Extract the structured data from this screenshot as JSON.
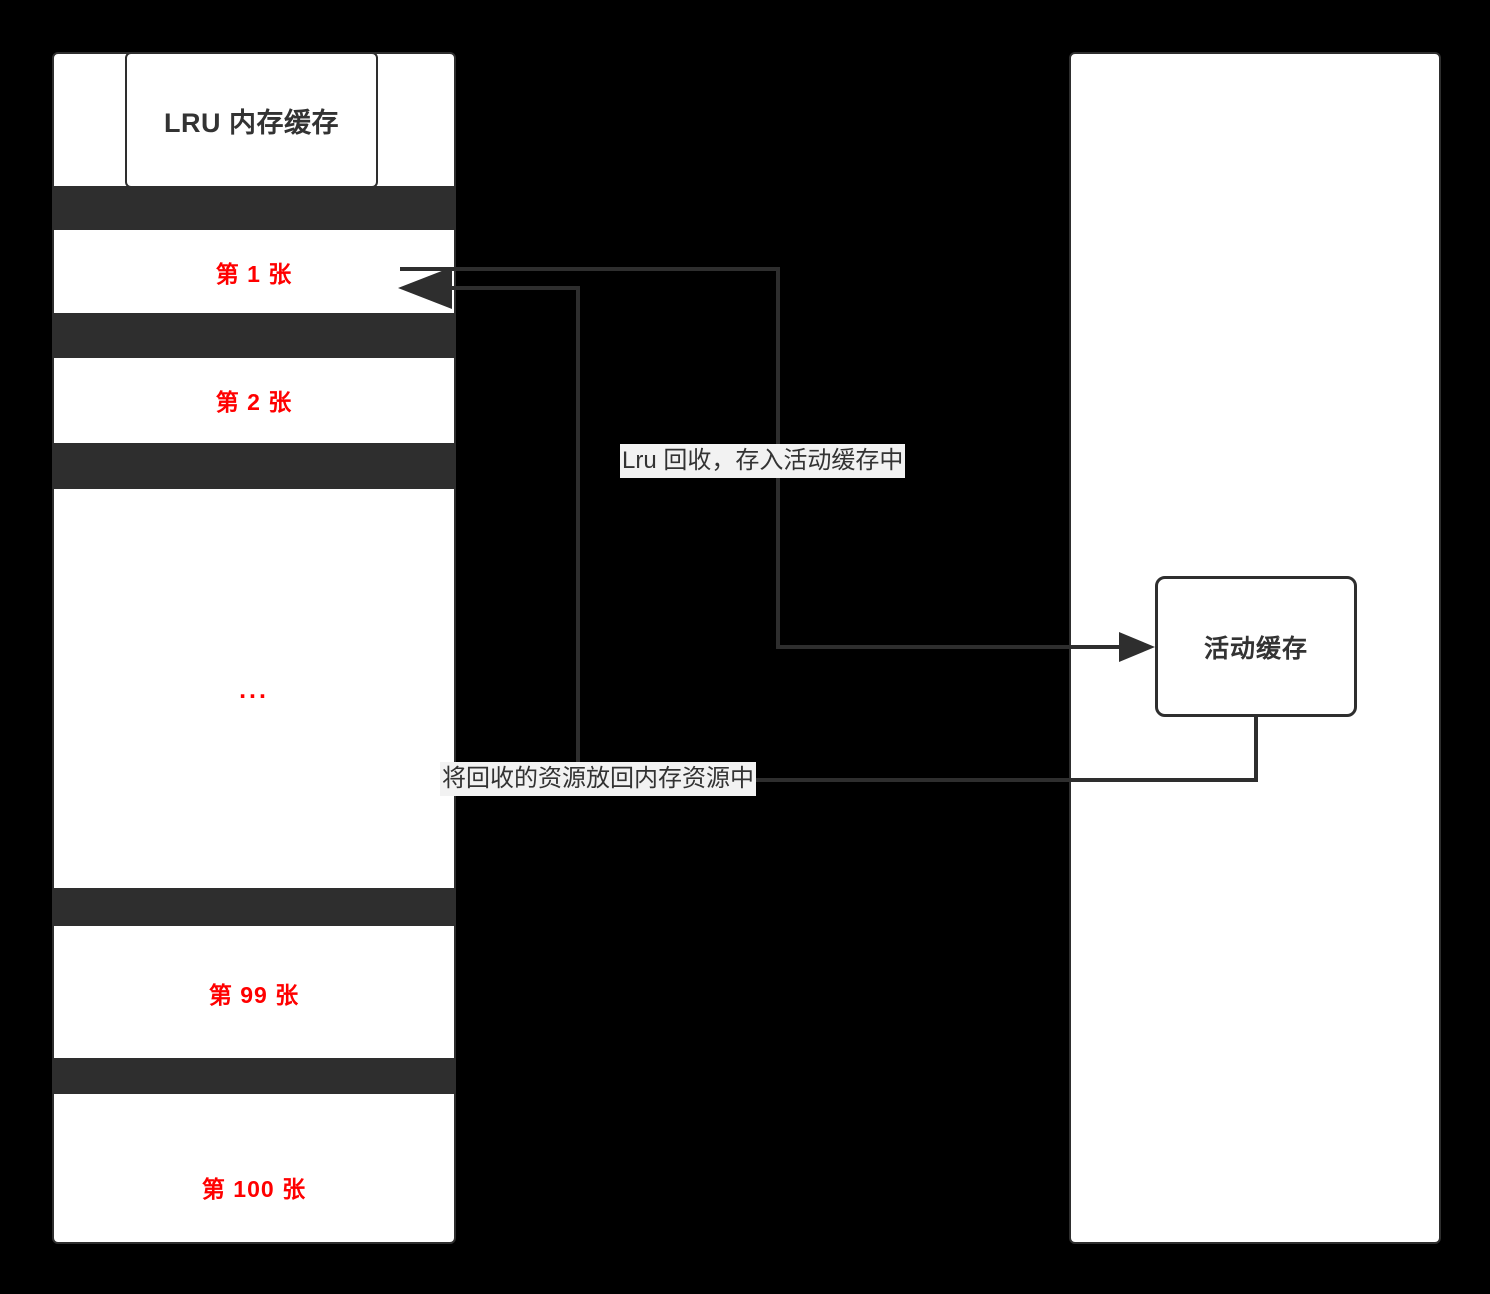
{
  "diagram": {
    "background_color": "#000000",
    "accent_color": "#ff0000",
    "stroke_color": "#2e2e2e"
  },
  "lru_panel": {
    "title": "LRU 内存缓存",
    "rows": [
      {
        "label": "第 1 张"
      },
      {
        "label": "第 2 张"
      },
      {
        "label": "..."
      },
      {
        "label": "第 99 张"
      },
      {
        "label": "第 100 张"
      }
    ]
  },
  "right_panel": {
    "active_cache": {
      "label": "活动缓存"
    }
  },
  "edges": [
    {
      "label": "Lru 回收，存入活动缓存中"
    },
    {
      "label": "将回收的资源放回内存资源中"
    }
  ]
}
